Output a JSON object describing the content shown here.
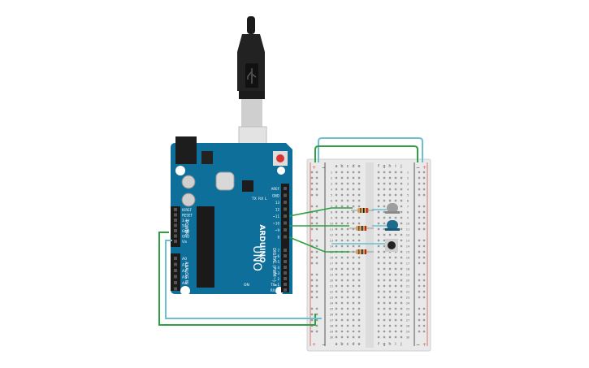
{
  "arduino": {
    "brand": "ARDUINO",
    "model": "UNO",
    "power_header_label": "POWER",
    "analog_header_label": "ANALOG IN",
    "digital_header_label": "DIGITAL (PWM~)",
    "tx_label": "TX",
    "rx_label": "RX",
    "l_label": "L",
    "on_label": "ON",
    "power_pins": [
      "IOREF",
      "RESET",
      "3.3V",
      "5V",
      "GND",
      "GND",
      "Vin"
    ],
    "analog_pins": [
      "A0",
      "A1",
      "A2",
      "A3",
      "A4",
      "A5"
    ],
    "digital_pins_top": [
      "AREF",
      "GND",
      "13",
      "12",
      "~11",
      "~10",
      "~9",
      "8"
    ],
    "digital_pins_bottom": [
      "7",
      "~6",
      "~5",
      "4",
      "~3",
      "2",
      "TX►1",
      "RX◄0"
    ]
  },
  "breadboard": {
    "column_letters_left": [
      "a",
      "b",
      "c",
      "d",
      "e"
    ],
    "column_letters_right": [
      "f",
      "g",
      "h",
      "i",
      "j"
    ],
    "rail_plus": "+",
    "rail_minus": "−",
    "row_numbers": [
      "1",
      "2",
      "3",
      "4",
      "5",
      "6",
      "7",
      "8",
      "9",
      "10",
      "11",
      "12",
      "13",
      "14",
      "15",
      "16",
      "17",
      "18",
      "19",
      "20",
      "21",
      "22",
      "23",
      "24",
      "25",
      "26",
      "27",
      "28",
      "29",
      "30"
    ]
  },
  "components": [
    {
      "type": "resistor",
      "row": 5
    },
    {
      "type": "resistor",
      "row": 7
    },
    {
      "type": "resistor",
      "row": 11
    },
    {
      "type": "led",
      "color": "#9e9e9e",
      "row": 5
    },
    {
      "type": "led",
      "color": "#1e6b8c",
      "row": 8
    },
    {
      "type": "pushbutton",
      "row": 12
    }
  ],
  "colors": {
    "board": "#0f6f9b",
    "board_dark": "#0a5578",
    "wire_green": "#2ea043",
    "wire_blue": "#6bbfd0",
    "breadboard": "#e9e9e9",
    "rail_red": "#d9534f",
    "rail_black": "#333333",
    "usb_body": "#1b1b1b",
    "usb_metal": "#d5d5d5"
  }
}
